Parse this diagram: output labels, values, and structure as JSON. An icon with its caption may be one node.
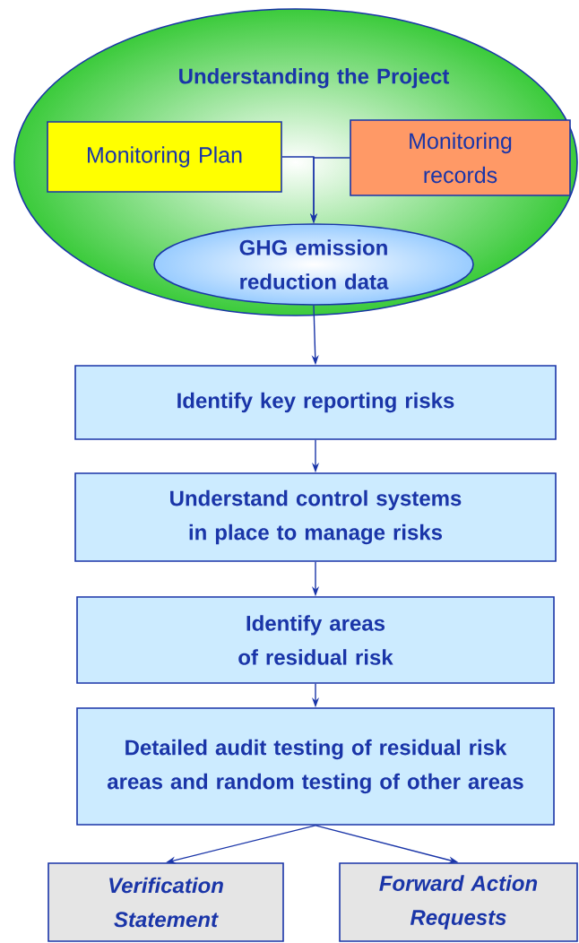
{
  "diagram": {
    "nodes": [
      {
        "text": [
          "Understanding the Project"
        ]
      },
      {
        "text": [
          "Monitoring Plan"
        ],
        "in": 0
      },
      {
        "text": [
          "Monitoring records"
        ],
        "in": 0
      },
      {
        "text": [
          "GHG emission reduction data"
        ],
        "in": 0
      },
      {
        "text": [
          "Identify key reporting risks"
        ]
      },
      {
        "text": [
          "Understand control systems in place to manage risks"
        ]
      },
      {
        "text": [
          "Identify areas of residual risk"
        ]
      },
      {
        "text": [
          "Detailed audit testing of residual risk areas and random testing of other areas"
        ]
      },
      {
        "text": [
          "Verification Statement"
        ]
      },
      {
        "text": [
          "Forward Action Requests"
        ]
      }
    ],
    "edges": [
      {
        "from": 1,
        "to": 3,
        "arrow": "to"
      },
      {
        "from": 2,
        "to": 3,
        "arrow": "to"
      },
      {
        "from": 3,
        "to": 4,
        "arrow": "to"
      },
      {
        "from": 4,
        "to": 5,
        "arrow": "to"
      },
      {
        "from": 5,
        "to": 6,
        "arrow": "to"
      },
      {
        "from": 6,
        "to": 7,
        "arrow": "to"
      },
      {
        "from": 7,
        "to": 8,
        "arrow": "to"
      },
      {
        "from": 7,
        "to": 9,
        "arrow": "to"
      }
    ]
  }
}
